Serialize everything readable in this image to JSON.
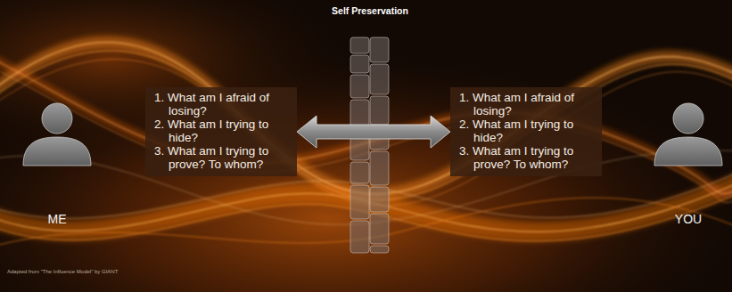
{
  "diagram": {
    "nodes": [
      {
        "text": [
          "ME"
        ]
      },
      {
        "text": [
          "1. What am I afraid of losing?",
          "2. What am I trying to hide?",
          "3. What am I trying to prove? To whom?"
        ]
      },
      {
        "text": [
          "Self Preservation"
        ]
      },
      {
        "text": [
          "1. What am I afraid of losing?",
          "2. What am I trying to hide?",
          "3. What am I trying to prove? To whom?"
        ]
      },
      {
        "text": [
          "YOU"
        ]
      }
    ],
    "edges": [
      {
        "from": 1,
        "to": 3,
        "arrow": "both"
      }
    ],
    "labels": [
      "Adapted from \"The Influence Model\" by GIANT"
    ]
  }
}
